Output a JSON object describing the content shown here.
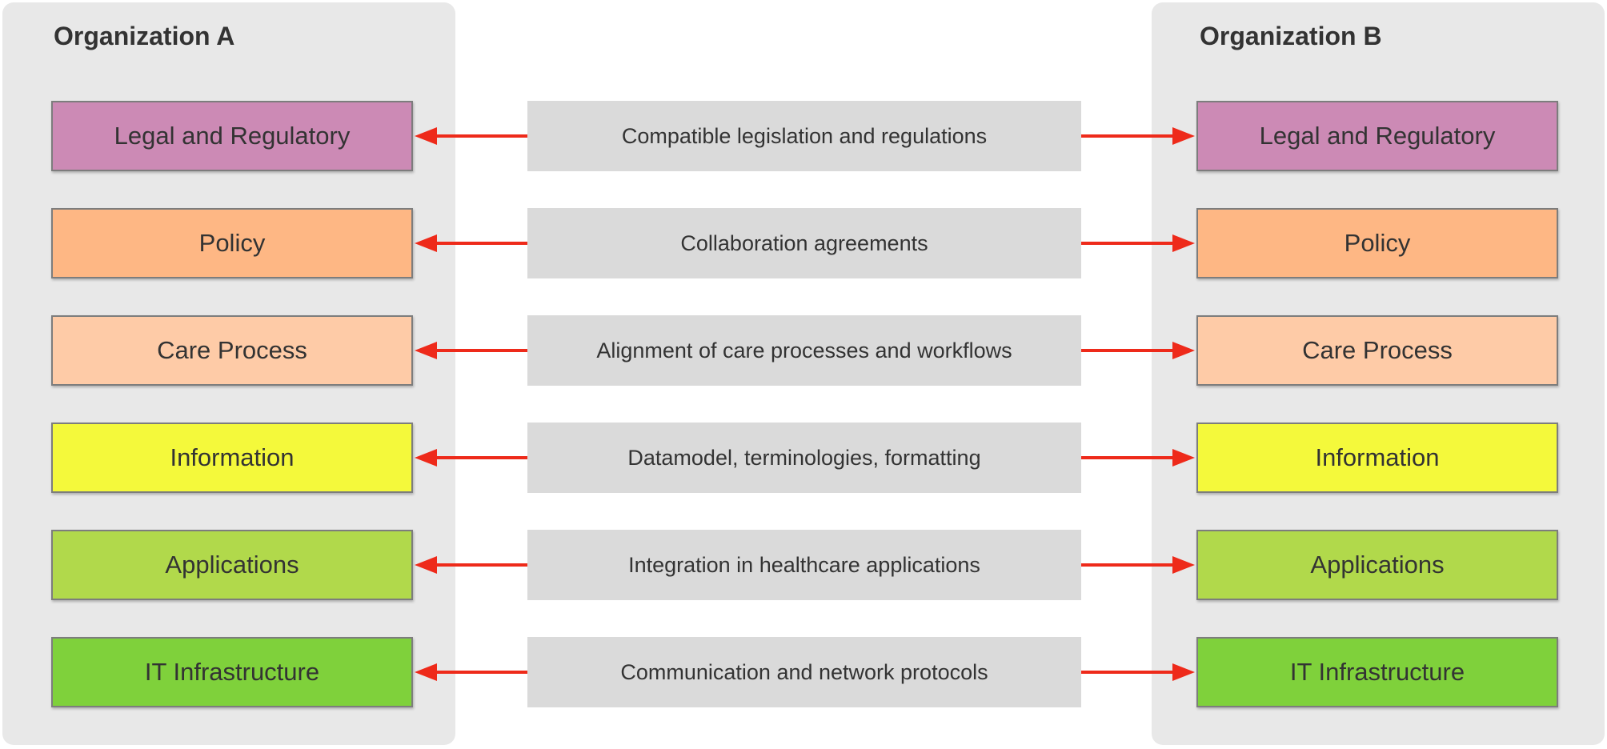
{
  "organizations": {
    "a": {
      "title": "Organization A"
    },
    "b": {
      "title": "Organization B"
    }
  },
  "layers": [
    {
      "label": "Legal and Regulatory",
      "color": "#cc8ab5",
      "link": "Compatible legislation and regulations"
    },
    {
      "label": "Policy",
      "color": "#feb784",
      "link": "Collaboration agreements"
    },
    {
      "label": "Care Process",
      "color": "#fecba7",
      "link": "Alignment of care processes and workflows"
    },
    {
      "label": "Information",
      "color": "#f4f93b",
      "link": "Datamodel, terminologies, formatting"
    },
    {
      "label": "Applications",
      "color": "#b1d94b",
      "link": "Integration in healthcare applications"
    },
    {
      "label": "IT Infrastructure",
      "color": "#7fd13b",
      "link": "Communication and network protocols"
    }
  ],
  "colors": {
    "panel": "#e8e8e8",
    "link_box": "#dadada",
    "arrow": "#ee2a1a"
  }
}
